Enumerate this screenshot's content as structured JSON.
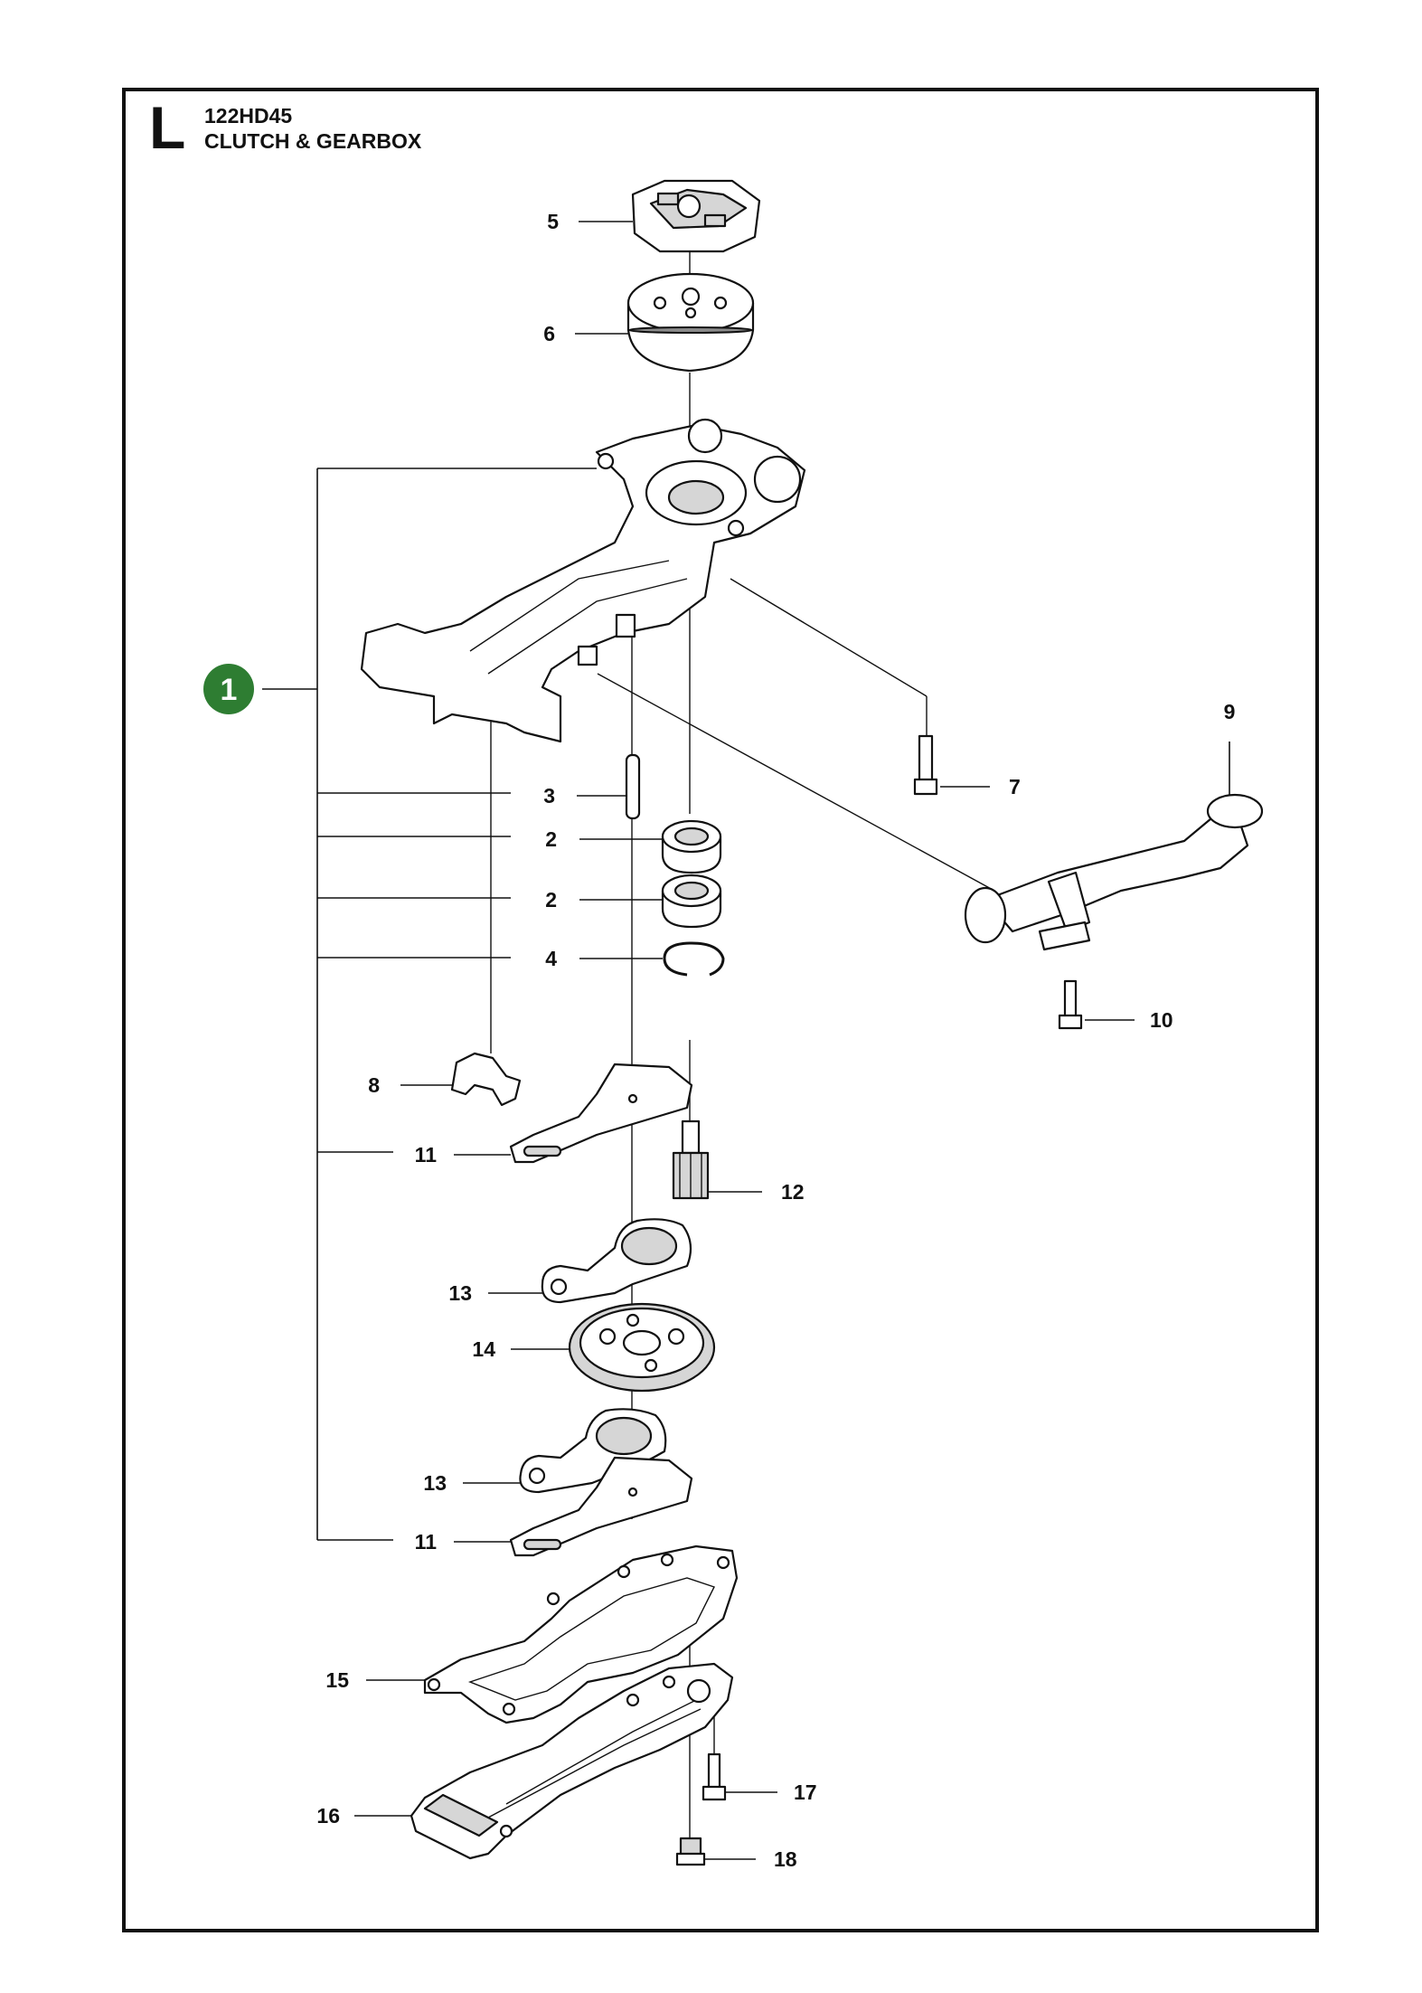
{
  "header": {
    "section_letter": "L",
    "model": "122HD45",
    "title": "CLUTCH & GEARBOX"
  },
  "badge": {
    "label": "1",
    "color": "#2e7d32"
  },
  "parts": [
    {
      "ref": "5"
    },
    {
      "ref": "6"
    },
    {
      "ref": "3"
    },
    {
      "ref": "2"
    },
    {
      "ref": "2"
    },
    {
      "ref": "4"
    },
    {
      "ref": "7"
    },
    {
      "ref": "9"
    },
    {
      "ref": "10"
    },
    {
      "ref": "8"
    },
    {
      "ref": "11"
    },
    {
      "ref": "12"
    },
    {
      "ref": "13"
    },
    {
      "ref": "14"
    },
    {
      "ref": "13"
    },
    {
      "ref": "11"
    },
    {
      "ref": "15"
    },
    {
      "ref": "16"
    },
    {
      "ref": "17"
    },
    {
      "ref": "18"
    }
  ]
}
